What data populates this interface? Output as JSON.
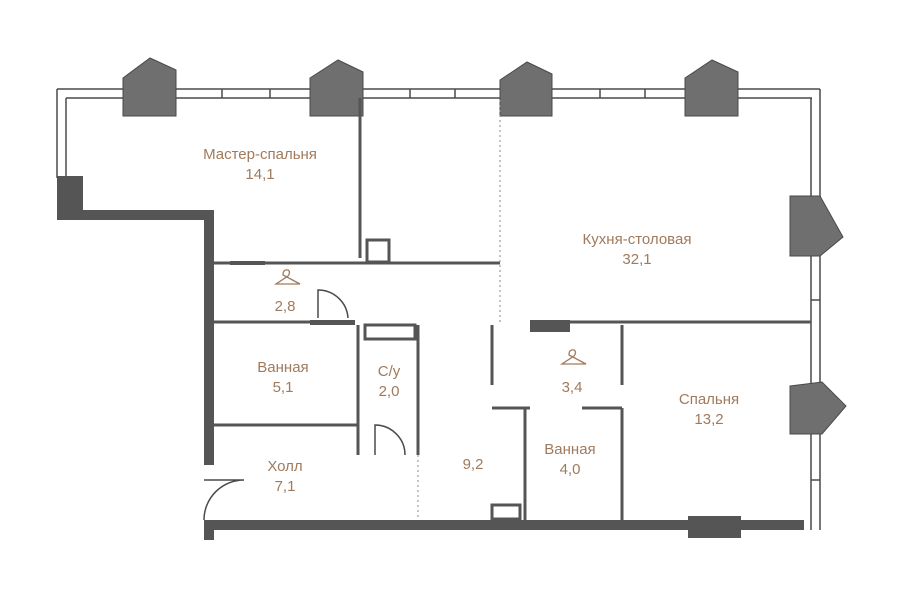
{
  "colors": {
    "wall": "#4a4a4a",
    "window_fill": "#6f6f6f",
    "label": "#a07a5c",
    "line": "#7a7a7a"
  },
  "rooms": [
    {
      "id": "master-bedroom",
      "name": "Мастер-спальня",
      "area": "14,1"
    },
    {
      "id": "kitchen-dining",
      "name": "Кухня-столовая",
      "area": "32,1"
    },
    {
      "id": "wardrobe-1",
      "name": "",
      "area": "2,8",
      "icon": "hanger-icon"
    },
    {
      "id": "bathroom-1",
      "name": "Ванная",
      "area": "5,1"
    },
    {
      "id": "toilet",
      "name": "С/у",
      "area": "2,0"
    },
    {
      "id": "wardrobe-2",
      "name": "",
      "area": "3,4",
      "icon": "hanger-icon"
    },
    {
      "id": "bedroom",
      "name": "Спальня",
      "area": "13,2"
    },
    {
      "id": "hall",
      "name": "Холл",
      "area": "7,1"
    },
    {
      "id": "corridor",
      "name": "",
      "area": "9,2"
    },
    {
      "id": "bathroom-2",
      "name": "Ванная",
      "area": "4,0"
    }
  ]
}
